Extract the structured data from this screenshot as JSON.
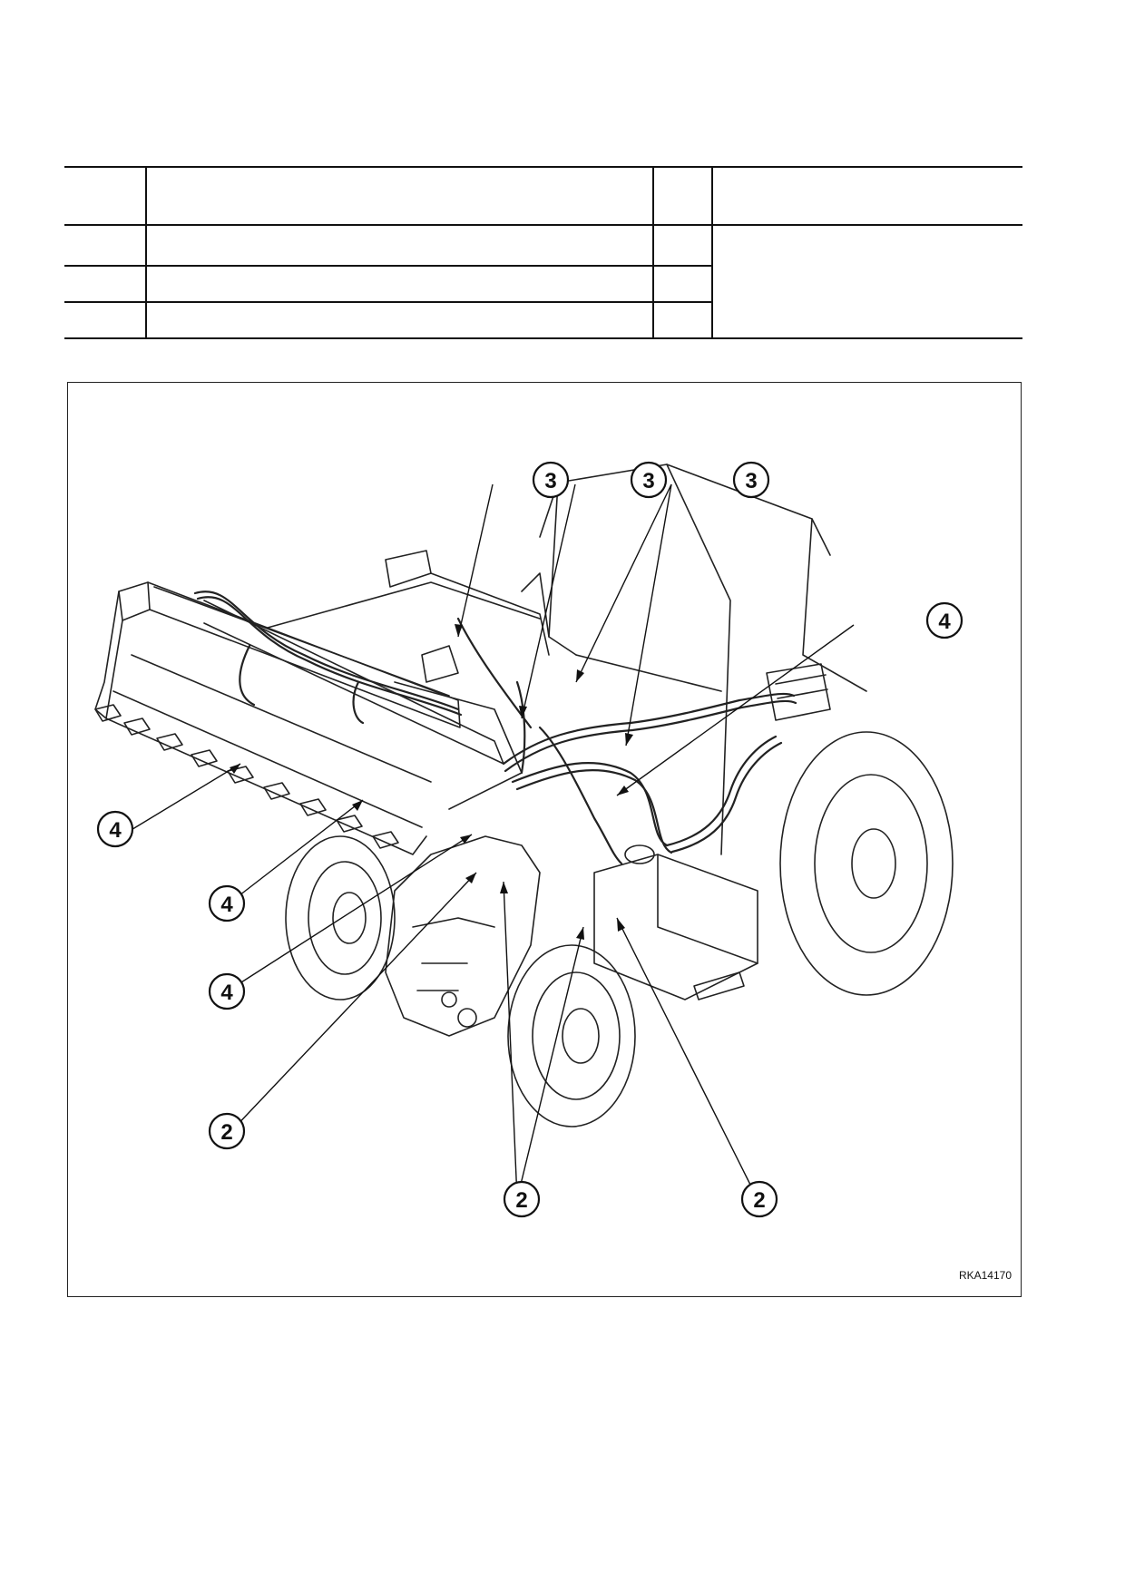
{
  "table": {
    "header": [
      "",
      "",
      "",
      ""
    ],
    "rows": [
      [
        "",
        "",
        ""
      ],
      [
        "",
        "",
        ""
      ],
      [
        "",
        "",
        ""
      ]
    ]
  },
  "figure": {
    "id": "RKA14170",
    "callouts": [
      {
        "label": "3"
      },
      {
        "label": "3"
      },
      {
        "label": "3"
      },
      {
        "label": "4"
      },
      {
        "label": "4"
      },
      {
        "label": "4"
      },
      {
        "label": "4"
      },
      {
        "label": "2"
      },
      {
        "label": "2"
      },
      {
        "label": "2"
      }
    ]
  }
}
